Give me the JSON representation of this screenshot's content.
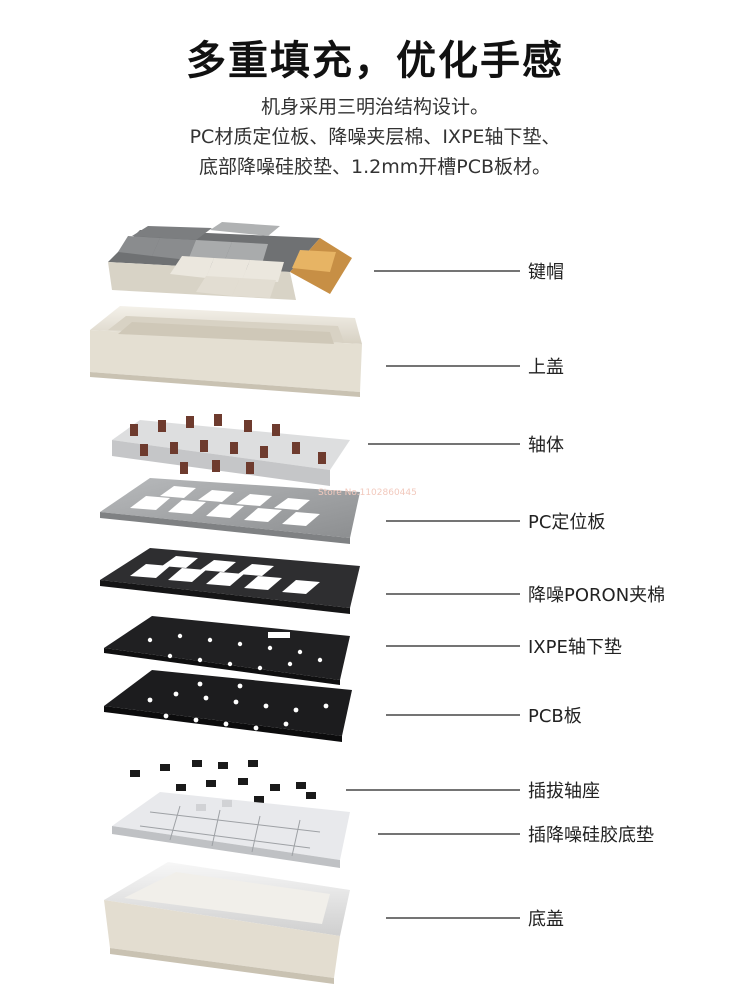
{
  "header": {
    "title": "多重填充，优化手感",
    "lines": [
      "机身采用三明治结构设计。",
      "PC材质定位板、降噪夹层棉、IXPE轴下垫、",
      "底部降噪硅胶垫、1.2mm开槽PCB板材。"
    ]
  },
  "watermark": "Store No.1102860445",
  "layers": [
    {
      "label": "键帽"
    },
    {
      "label": "上盖"
    },
    {
      "label": "轴体"
    },
    {
      "label": "PC定位板"
    },
    {
      "label": "降噪PORON夹棉"
    },
    {
      "label": "IXPE轴下垫"
    },
    {
      "label": "PCB板"
    },
    {
      "label": "插拔轴座"
    },
    {
      "label": "插降噪硅胶底垫"
    },
    {
      "label": "底盖"
    }
  ],
  "colors": {
    "keycap_gray": "#8a8c8e",
    "keycap_white": "#e8e4da",
    "keycap_accent": "#d9a255",
    "shell": "#e9e4d8",
    "plate_gray": "#9a9c9e",
    "foam_dark": "#2e2e30",
    "pcb_dark": "#1c1c1e"
  }
}
